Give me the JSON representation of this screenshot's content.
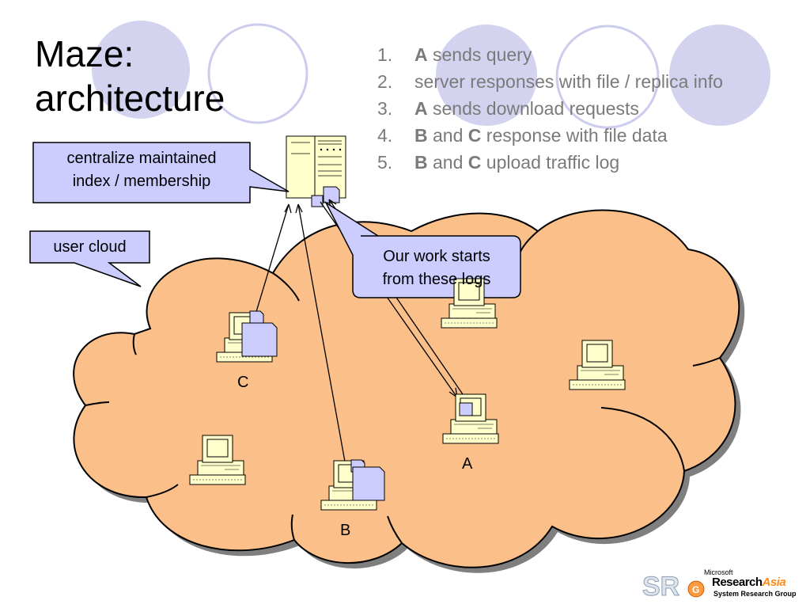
{
  "slide": {
    "title_line1": "Maze:",
    "title_line2": "architecture",
    "steps": [
      {
        "num": "1.",
        "parts": [
          {
            "t": "A",
            "b": true
          },
          {
            "t": " sends query",
            "b": false
          }
        ]
      },
      {
        "num": "2.",
        "parts": [
          {
            "t": "server responses with file / replica info",
            "b": false
          }
        ]
      },
      {
        "num": "3.",
        "parts": [
          {
            "t": "A",
            "b": true
          },
          {
            "t": " sends download requests",
            "b": false
          }
        ]
      },
      {
        "num": "4.",
        "parts": [
          {
            "t": "B",
            "b": true
          },
          {
            "t": " and ",
            "b": false
          },
          {
            "t": "C",
            "b": true
          },
          {
            "t": " response with file data",
            "b": false
          }
        ]
      },
      {
        "num": "5.",
        "parts": [
          {
            "t": "B",
            "b": true
          },
          {
            "t": " and ",
            "b": false
          },
          {
            "t": "C",
            "b": true
          },
          {
            "t": " upload traffic log",
            "b": false
          }
        ]
      }
    ]
  },
  "callouts": {
    "index_line1": "centralize maintained",
    "index_line2": "index / membership",
    "user_cloud": "user cloud",
    "logs_line1": "Our work starts",
    "logs_line2": "from these logs"
  },
  "nodes": {
    "c_label": "C",
    "a_label": "A",
    "b_label": "B"
  },
  "logo": {
    "microsoft": "Microsoft",
    "research": "Research",
    "asia": "Asia",
    "group": "System Research Group"
  },
  "colors": {
    "cloud_fill": "#fbbf8a",
    "cloud_shadow": "#7f7f7f",
    "callout_fill": "#ccccff",
    "deco_circle": "#ccccee",
    "computer_fill": "#ffffcc",
    "document_fill": "#ccccff"
  }
}
